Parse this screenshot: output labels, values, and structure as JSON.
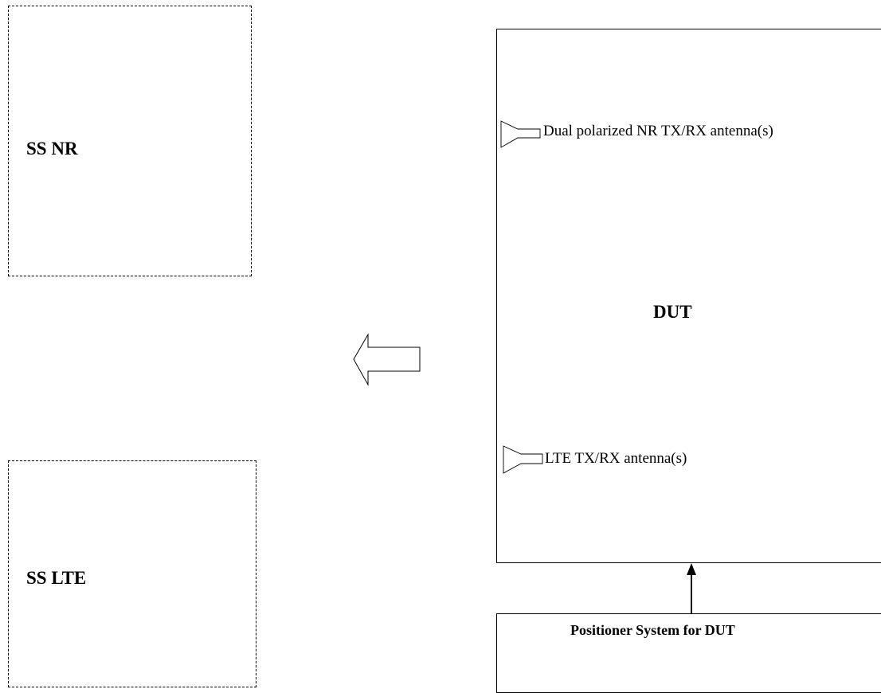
{
  "blocks": {
    "ss_nr": {
      "label": "SS NR"
    },
    "ss_lte": {
      "label": "SS LTE"
    },
    "dut": {
      "label": "DUT",
      "nr_antenna_label": "Dual polarized NR TX/RX antenna(s)",
      "lte_antenna_label": "LTE TX/RX antenna(s)"
    },
    "positioner": {
      "label": "Positioner System for DUT"
    }
  },
  "icons": {
    "antenna": "horn-antenna-icon",
    "direction_arrow": "hollow-left-arrow-icon",
    "positioner_arrow": "up-arrow-icon"
  }
}
